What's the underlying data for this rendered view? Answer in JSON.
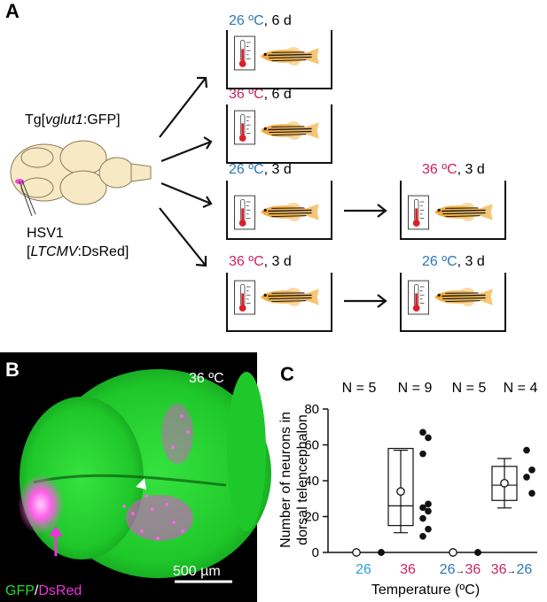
{
  "panelA": {
    "letter": "A",
    "tg_label": "Tg[vglut1:GFP]",
    "tg_prefix": "Tg[",
    "tg_gene": "vglut1",
    "tg_suffix": ":GFP]",
    "hsv_line1": "HSV1",
    "hsv_prefix": "[",
    "hsv_gene": "LTCMV",
    "hsv_suffix": ":DsRed]",
    "conditions": [
      {
        "temp": "26 ºC",
        "dur": ", 6 d",
        "color": "#2a78b8"
      },
      {
        "temp": "36 ºC",
        "dur": ", 6 d",
        "color": "#cc2262"
      },
      {
        "temp": "26 ºC",
        "dur": ", 3 d",
        "color": "#2a78b8"
      },
      {
        "temp": "36 ºC",
        "dur": ", 3 d",
        "color": "#cc2262"
      }
    ],
    "second_conditions": [
      {
        "temp": "36 ºC",
        "dur": ", 3 d",
        "color": "#cc2262"
      },
      {
        "temp": "26 ºC",
        "dur": ", 3 d",
        "color": "#2a78b8"
      }
    ]
  },
  "panelB": {
    "letter": "B",
    "temp_label": "36 ºC",
    "legend_gfp": "GFP",
    "legend_sep": "/",
    "legend_dsred": "DsRed",
    "scale_label": "500 µm",
    "colors": {
      "gfp": "#22dd33",
      "dsred": "#ee33dd",
      "background": "#000000"
    }
  },
  "panelC": {
    "letter": "C",
    "n_labels": [
      "N = 5",
      "N = 9",
      "N = 5",
      "N = 4"
    ],
    "group_labels": [
      {
        "a": "26",
        "arrow": "",
        "b": "",
        "color_a": "#2a9fd6",
        "color_b": ""
      },
      {
        "a": "36",
        "arrow": "",
        "b": "",
        "color_a": "#cc2262",
        "color_b": ""
      },
      {
        "a": "26",
        "arrow": "→",
        "b": "36",
        "color_a": "#2a78b8",
        "color_b": "#cc2262"
      },
      {
        "a": "36",
        "arrow": "→",
        "b": "26",
        "color_a": "#cc2262",
        "color_b": "#2a78b8"
      }
    ]
  },
  "chart_data": {
    "type": "scatter",
    "title": "",
    "xlabel": "Temperature (ºC)",
    "ylabel_line1": "Number of neurons in",
    "ylabel_line2": "dorsal telencephalon",
    "ylim": [
      0,
      80
    ],
    "yticks": [
      0,
      20,
      40,
      60,
      80
    ],
    "categories": [
      "26",
      "36",
      "26→36",
      "36→26"
    ],
    "n": [
      5,
      9,
      5,
      4
    ],
    "points": [
      [
        0,
        0,
        0,
        0,
        0
      ],
      [
        67,
        64,
        55,
        27,
        25,
        23,
        19,
        13,
        9
      ],
      [
        0,
        0,
        0,
        0,
        0
      ],
      [
        57,
        46,
        42,
        33
      ]
    ],
    "box": [
      {
        "q1": 0,
        "median": 0,
        "q3": 0
      },
      {
        "q1": 15,
        "median": 26,
        "q3": 58
      },
      {
        "q1": 0,
        "median": 0,
        "q3": 0
      },
      {
        "q1": 29,
        "median": 37.5,
        "q3": 48
      }
    ],
    "mean": [
      0,
      34,
      0,
      38.6
    ],
    "sd": [
      0,
      23,
      0,
      13.8
    ],
    "grid": false
  }
}
